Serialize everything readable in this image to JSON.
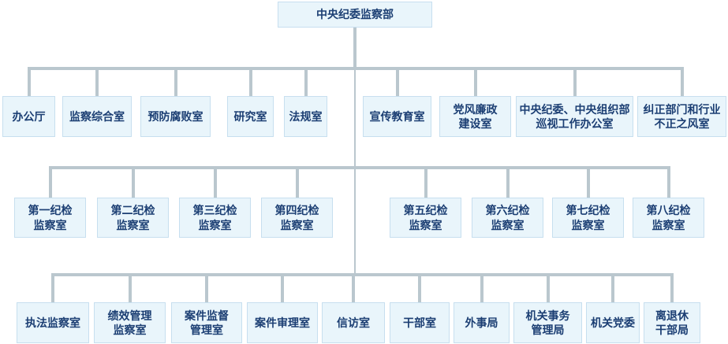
{
  "org": {
    "root": {
      "label": "中央纪委监察部"
    },
    "levels": [
      {
        "nodes": [
          {
            "label": "办公厅"
          },
          {
            "label": "监察综合室"
          },
          {
            "label": "预防腐败室"
          },
          {
            "label": "研究室"
          },
          {
            "label": "法规室"
          },
          {
            "label": "宣传教育室"
          },
          {
            "label": "党风廉政\n建设室"
          },
          {
            "label": "中央纪委、中央组织部\n巡视工作办公室"
          },
          {
            "label": "纠正部门和行业\n不正之风室"
          }
        ]
      },
      {
        "nodes": [
          {
            "label": "第一纪检\n监察室"
          },
          {
            "label": "第二纪检\n监察室"
          },
          {
            "label": "第三纪检\n监察室"
          },
          {
            "label": "第四纪检\n监察室"
          },
          {
            "label": "第五纪检\n监察室"
          },
          {
            "label": "第六纪检\n监察室"
          },
          {
            "label": "第七纪检\n监察室"
          },
          {
            "label": "第八纪检\n监察室"
          }
        ]
      },
      {
        "nodes": [
          {
            "label": "执法监察室"
          },
          {
            "label": "绩效管理\n监察室"
          },
          {
            "label": "案件监督\n管理室"
          },
          {
            "label": "案件审理室"
          },
          {
            "label": "信访室"
          },
          {
            "label": "干部室"
          },
          {
            "label": "外事局"
          },
          {
            "label": "机关事务\n管理局"
          },
          {
            "label": "机关党委"
          },
          {
            "label": "离退休\n干部局"
          }
        ]
      }
    ]
  },
  "colors": {
    "node_fill": "#e9f5fb",
    "node_border": "#c7dfef",
    "node_text": "#1b3e73",
    "connector": "#bac7ce",
    "background": "#ffffff"
  }
}
